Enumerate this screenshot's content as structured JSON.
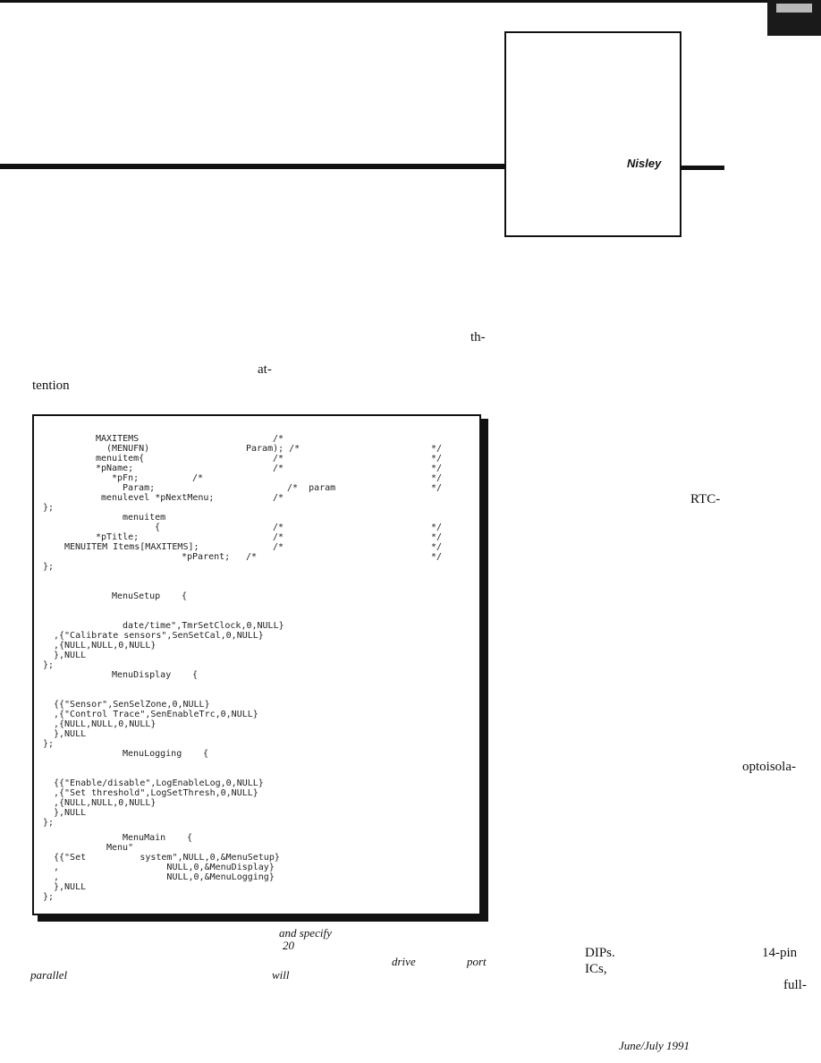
{
  "header": {
    "author": "Nisley"
  },
  "body_fragments": {
    "th": "th-",
    "at": "at-",
    "tention": "tention",
    "rtc": "RTC-",
    "optoisola": "optoisola-",
    "dips": "DIPs.",
    "pin14": "14-pin",
    "ics": "ICs,",
    "full": "full-"
  },
  "caption_fragments": {
    "and_specify": "and specify",
    "twenty": "20",
    "drive": "drive",
    "port": "port",
    "parallel": "parallel",
    "will": "will"
  },
  "footer": {
    "date": "June/July 1991"
  },
  "listing": {
    "c1": [
      "MAXITEMS",
      "(MENUFN)",
      "menuitem{",
      "*pName;",
      "*pFn;",
      "Param;",
      "menulevel *pNextMenu;"
    ],
    "c2": [
      "/*",
      "Param); /*",
      "/*",
      "/*",
      "/*",
      "/*  param",
      "/*"
    ],
    "end": [
      "*/",
      "*/",
      "*/",
      "*/",
      "*/"
    ],
    "close": "};",
    "menuitem2": "menuitem",
    "brace": "{",
    "ptitle": "*pTitle;",
    "items": "MENUITEM Items[MAXITEMS];",
    "pparent": "*pParent;",
    "c3": [
      "/*",
      "/*",
      "/*",
      "/*"
    ],
    "end2": [
      "*/",
      "*/",
      "*/",
      "*/"
    ],
    "setup_name": "MenuSetup",
    "setup_lines": [
      "date/time\",TmrSetClock,0,NULL}",
      ",{\"Calibrate sensors\",SenSetCal,0,NULL}",
      ",{NULL,NULL,0,NULL}",
      "},NULL"
    ],
    "display_name": "MenuDisplay",
    "display_lines": [
      "{{\"Sensor\",SenSelZone,0,NULL}",
      ",{\"Control Trace\",SenEnableTrc,0,NULL}",
      ",{NULL,NULL,0,NULL}",
      "},NULL"
    ],
    "logging_name": "MenuLogging",
    "logging_lines": [
      "{{\"Enable/disable\",LogEnableLog,0,NULL}",
      ",{\"Set threshold\",LogSetThresh,0,NULL}",
      ",{NULL,NULL,0,NULL}",
      "},NULL"
    ],
    "main_name": "MenuMain",
    "main_menu": "Menu\"",
    "main_line1": "{{\"Set          system\",NULL,0,&MenuSetup}",
    "main_line2": ",                    NULL,0,&MenuDisplay}",
    "main_line3": ",                    NULL,0,&MenuLogging}",
    "main_line4": "},NULL"
  }
}
